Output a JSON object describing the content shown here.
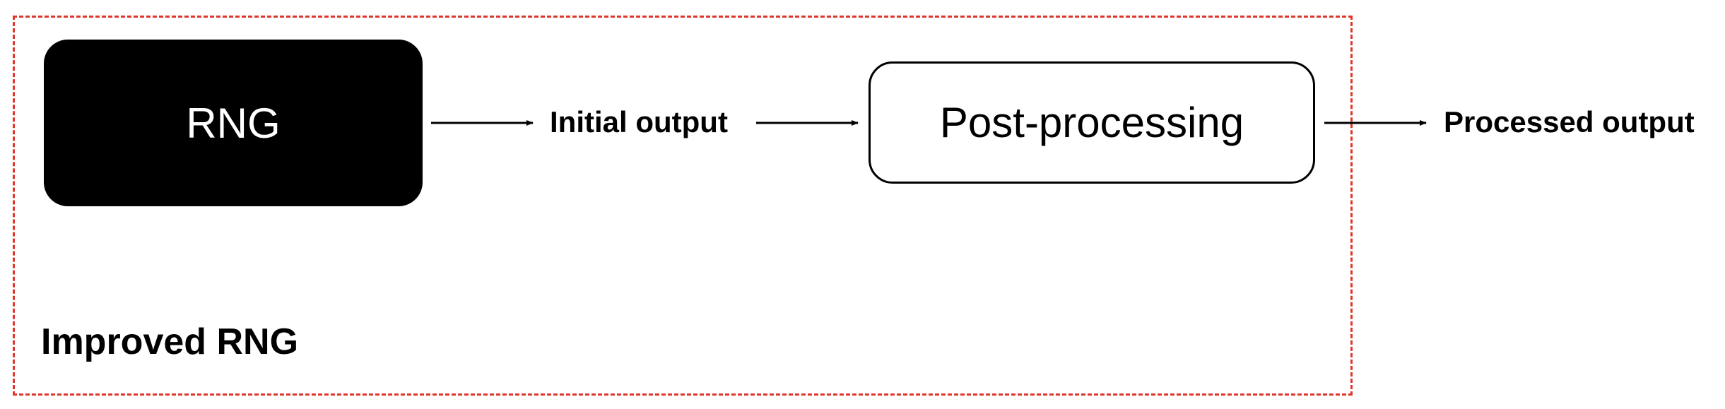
{
  "diagram": {
    "boundary_label": "Improved RNG",
    "nodes": {
      "rng": "RNG",
      "initial_output": "Initial output",
      "post_processing": "Post-processing",
      "processed_output": "Processed output"
    }
  },
  "colors": {
    "boundary": "#e0352b",
    "rng_fill": "#000000",
    "arrow": "#000000"
  }
}
